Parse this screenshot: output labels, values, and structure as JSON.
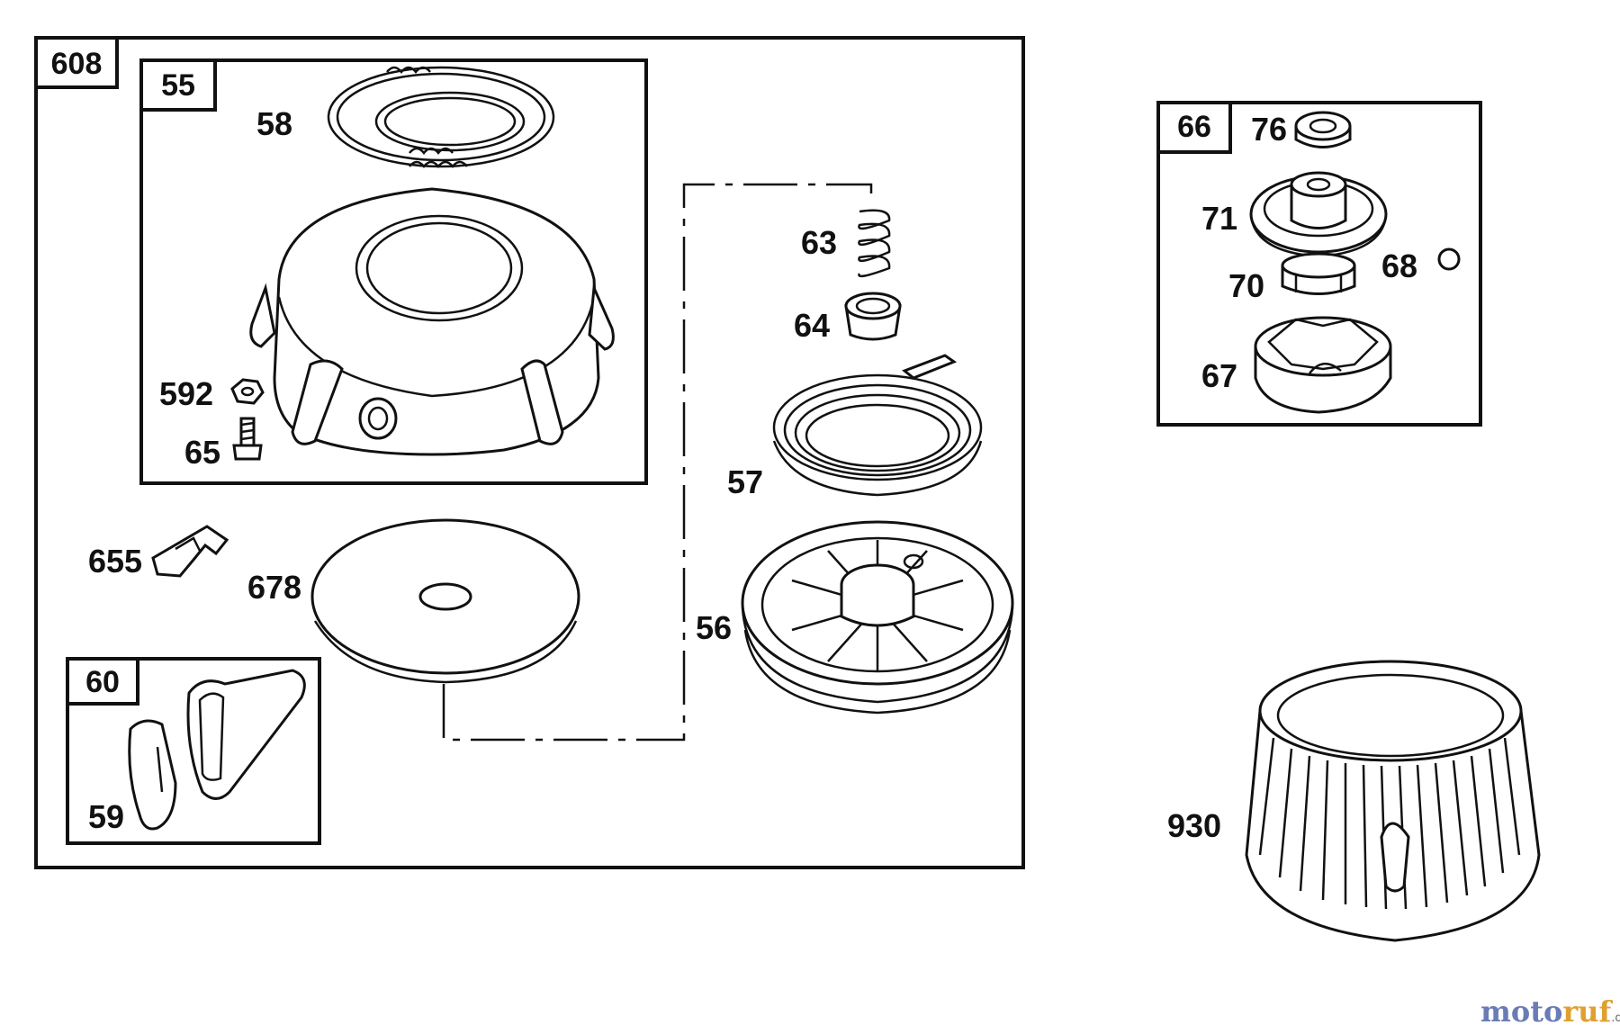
{
  "groups": {
    "g608": "608",
    "g55": "55",
    "g60": "60",
    "g66": "66"
  },
  "parts": {
    "p58": "58",
    "p592": "592",
    "p65": "65",
    "p655": "655",
    "p678": "678",
    "p59": "59",
    "p63": "63",
    "p64": "64",
    "p57": "57",
    "p56": "56",
    "p76": "76",
    "p71": "71",
    "p70": "70",
    "p68": "68",
    "p67": "67",
    "p930": "930"
  },
  "watermark": {
    "part1": "moto",
    "part2": "ruf",
    "suffix": ".de"
  }
}
